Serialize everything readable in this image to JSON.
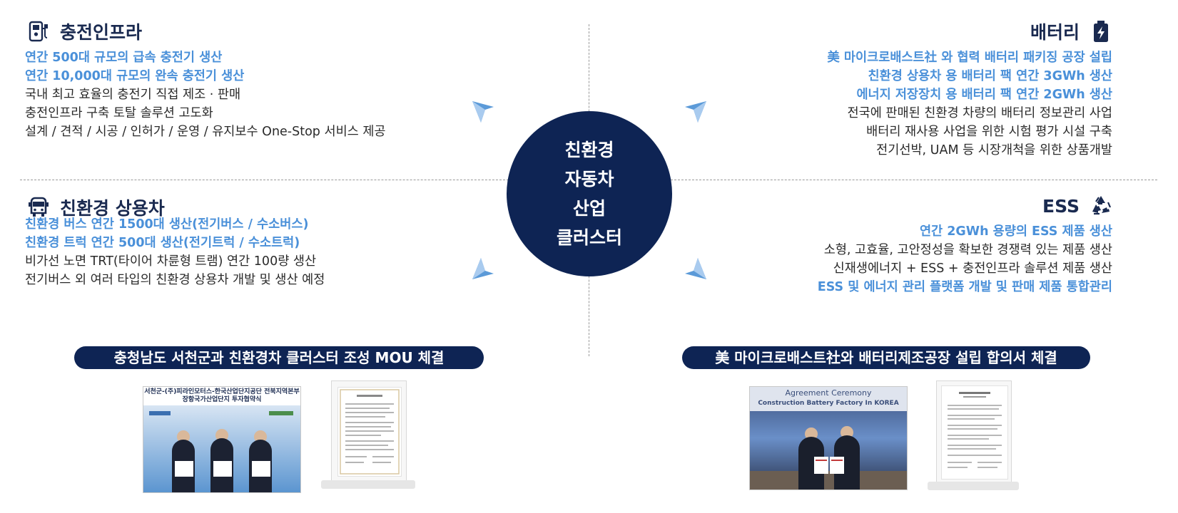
{
  "center": {
    "lines": [
      "친환경",
      "자동차",
      "산업",
      "클러스터"
    ]
  },
  "charging": {
    "title": "충전인프라",
    "icon": "ev-charger-icon",
    "lines": [
      {
        "text": "연간 500대 규모의 급속 충전기 생산",
        "highlight": true
      },
      {
        "text": "연간 10,000대 규모의 완속 충전기 생산",
        "highlight": true
      },
      {
        "text": "국내 최고 효율의 충전기 직접 제조 · 판매",
        "highlight": false
      },
      {
        "text": "충전인프라 구축 토탈 솔루션 고도화",
        "highlight": false
      },
      {
        "text": "설계 / 견적 / 시공 / 인허가 / 운영 / 유지보수 One-Stop 서비스 제공",
        "highlight": false
      }
    ]
  },
  "battery": {
    "title": "배터리",
    "icon": "battery-charging-icon",
    "lines": [
      {
        "text": "美 마이크로배스트社 와 협력 배터리 패키징 공장 설립",
        "highlight": true
      },
      {
        "text": "친환경 상용차 용 배터리 팩 연간 3GWh 생산",
        "highlight": true
      },
      {
        "text": "에너지 저장장치 용 배터리 팩 연간 2GWh 생산",
        "highlight": true
      },
      {
        "text": "전국에 판매된 친환경 차량의 배터리 정보관리 사업",
        "highlight": false
      },
      {
        "text": "배터리 재사용 사업을 위한 시험 평가 시설 구축",
        "highlight": false
      },
      {
        "text": "전기선박, UAM 등 시장개척을 위한 상품개발",
        "highlight": false
      }
    ]
  },
  "commercial": {
    "title": "친환경 상용차",
    "icon": "bus-icon",
    "lines": [
      {
        "text": "친환경 버스 연간 1500대 생산(전기버스 / 수소버스)",
        "highlight": true
      },
      {
        "text": "친환경 트럭 연간 500대 생산(전기트럭 / 수소트럭)",
        "highlight": true
      },
      {
        "text": "비가선 노면 TRT(타이어 차륜형 트램) 연간 100량 생산",
        "highlight": false
      },
      {
        "text": "전기버스 외 여러 타입의 친환경 상용차 개발 및 생산 예정",
        "highlight": false
      }
    ]
  },
  "ess": {
    "title": "ESS",
    "icon": "recycle-icon",
    "lines": [
      {
        "text": "연간 2GWh 용량의 ESS 제품 생산",
        "highlight": true
      },
      {
        "text": "소형, 고효율, 고안정성을 확보한 경쟁력 있는 제품 생산",
        "highlight": false
      },
      {
        "text": "신재생에너지 + ESS + 충전인프라 솔루션 제품 생산",
        "highlight": false
      },
      {
        "text": "ESS 및 에너지 관리 플랫폼 개발 및 판매 제품 통합관리",
        "highlight": true
      }
    ]
  },
  "mou_left": {
    "label": "충청남도 서천군과 친환경차 클러스터 조성 MOU 체결",
    "photo_banner_line1": "서천군-(주)피라인모터스-한국산업단지공단 전북지역본부",
    "photo_banner_line2": "장항국가산업단지 투자협약식"
  },
  "mou_right": {
    "label": "美 마이크로배스트社와 배터리제조공장 설립 합의서 체결",
    "photo_banner_line1": "Agreement Ceremony",
    "photo_banner_line2": "Construction Battery Factory In KOREA"
  },
  "colors": {
    "navy": "#0e2454",
    "highlight": "#4a90d9",
    "text": "#2a2a2a",
    "arrow": "#5b9ad8"
  }
}
